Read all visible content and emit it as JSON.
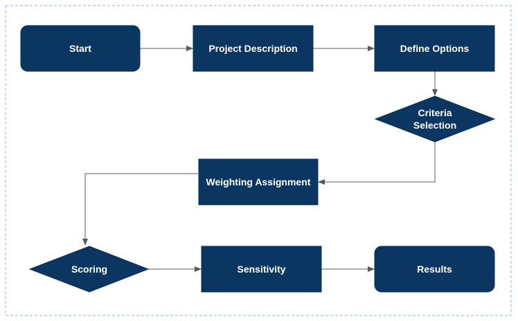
{
  "diagram": {
    "colors": {
      "node_fill": "#0b3661",
      "node_stroke": "#0a2f55",
      "node_text": "#ffffff",
      "edge": "#595959",
      "frame": "#8fb5d6"
    },
    "nodes": {
      "start": {
        "label": "Start",
        "shape": "rounded-rectangle"
      },
      "project_description": {
        "label": "Project Description",
        "shape": "rectangle"
      },
      "define_options": {
        "label": "Define Options",
        "shape": "rectangle"
      },
      "criteria_selection": {
        "label_line1": "Criteria",
        "label_line2": "Selection",
        "shape": "diamond"
      },
      "weighting_assignment": {
        "label": "Weighting Assignment",
        "shape": "rectangle"
      },
      "scoring": {
        "label": "Scoring",
        "shape": "diamond"
      },
      "sensitivity": {
        "label": "Sensitivity",
        "shape": "rectangle"
      },
      "results": {
        "label": "Results",
        "shape": "rounded-rectangle"
      }
    },
    "edges": [
      {
        "from": "start",
        "to": "project_description"
      },
      {
        "from": "project_description",
        "to": "define_options"
      },
      {
        "from": "define_options",
        "to": "criteria_selection"
      },
      {
        "from": "criteria_selection",
        "to": "weighting_assignment"
      },
      {
        "from": "weighting_assignment",
        "to": "scoring"
      },
      {
        "from": "scoring",
        "to": "sensitivity"
      },
      {
        "from": "sensitivity",
        "to": "results"
      }
    ]
  }
}
